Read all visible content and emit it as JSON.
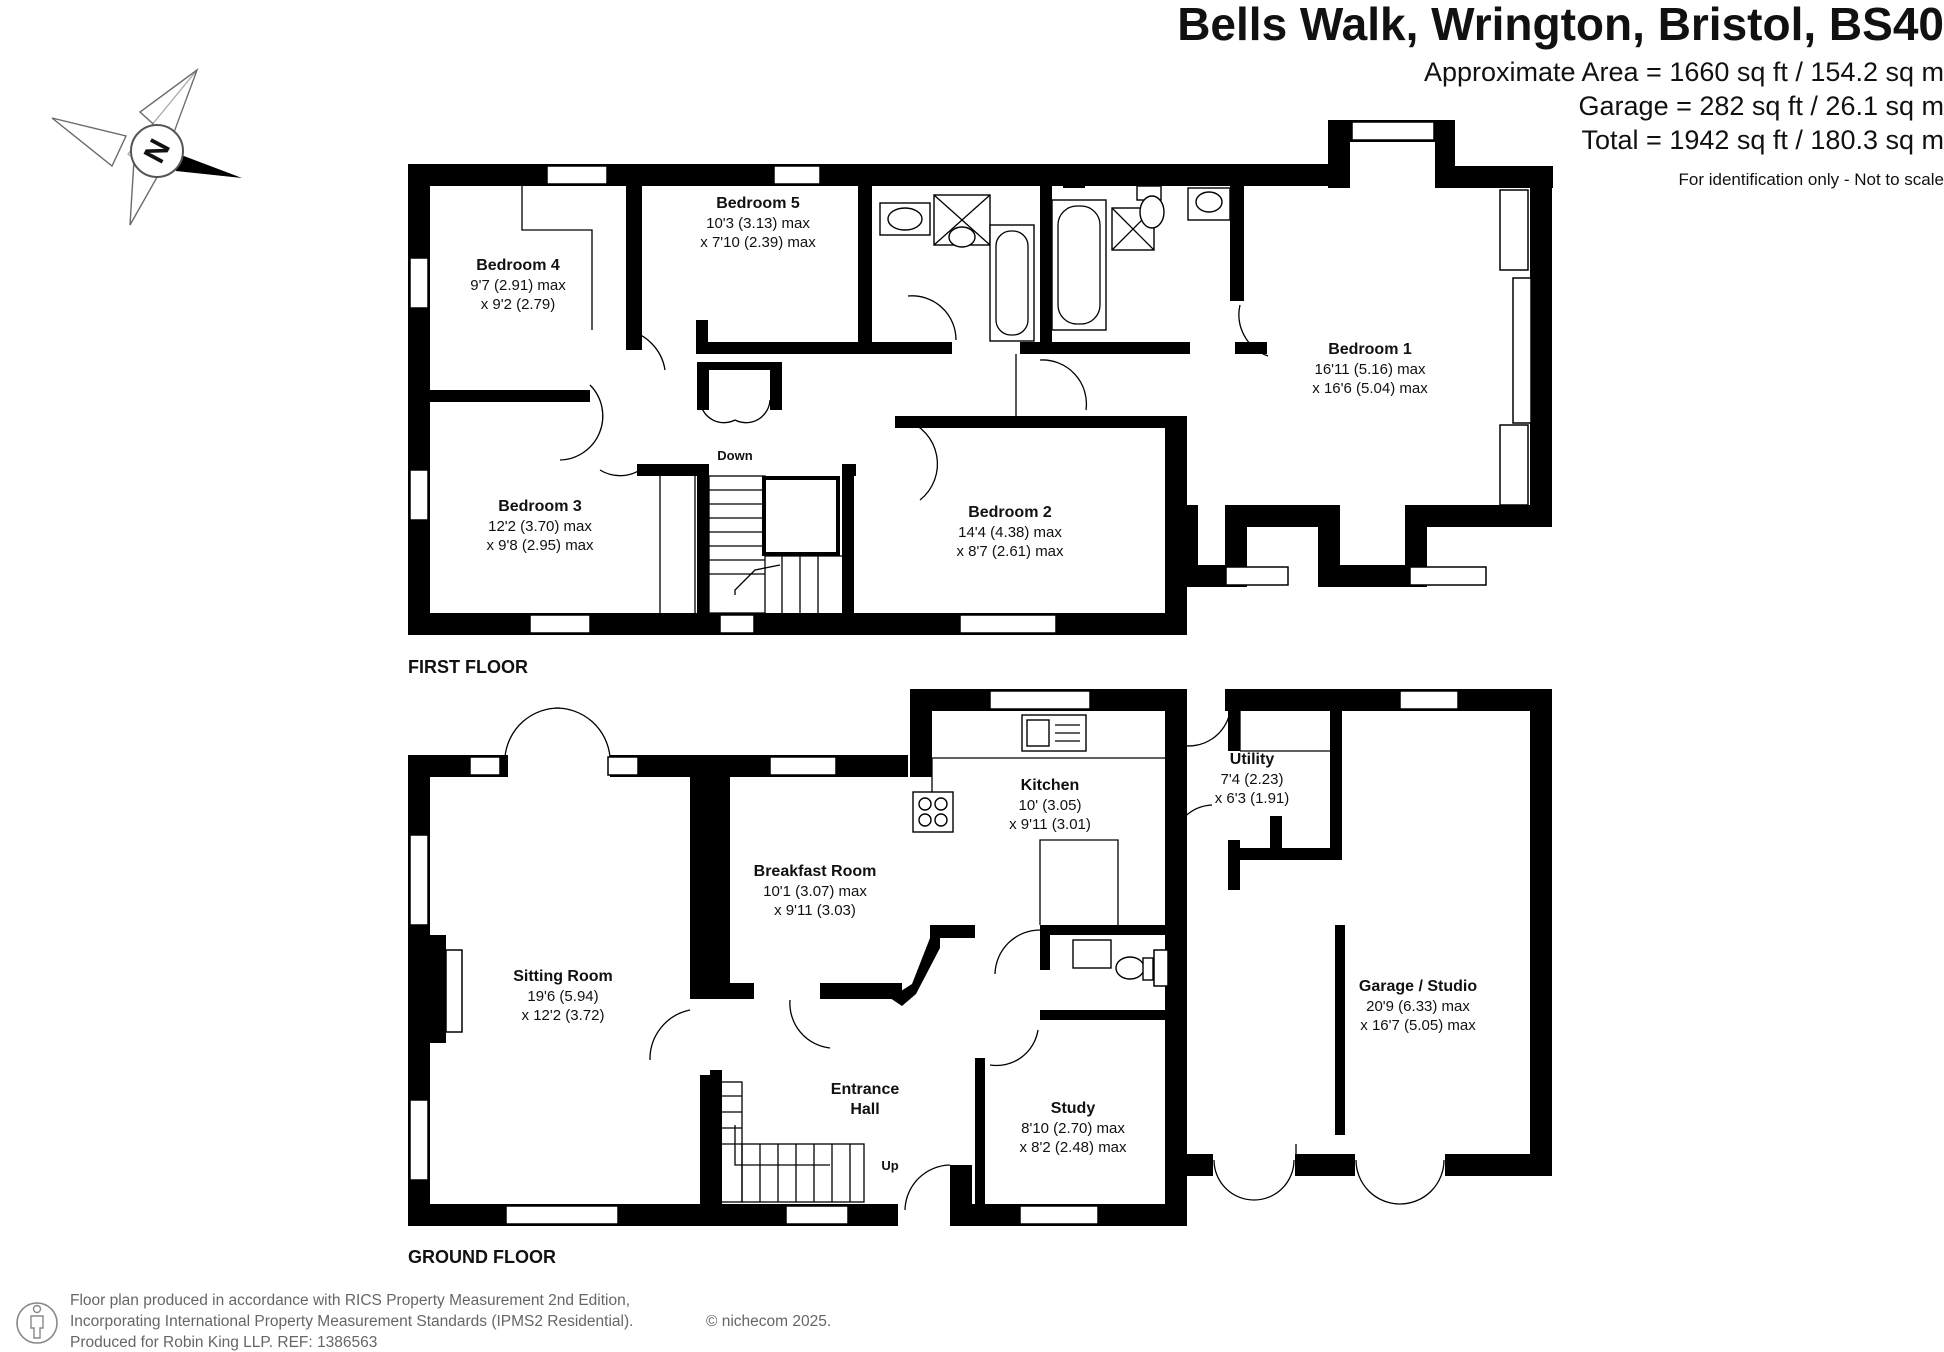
{
  "header": {
    "address": "Bells Walk, Wrington, Bristol, BS40",
    "area_lines": [
      "Approximate Area = 1660 sq ft / 154.2 sq m",
      "Garage = 282 sq ft / 26.1 sq m",
      "Total = 1942 sq ft / 180.3 sq m"
    ],
    "note": "For identification only - Not to scale"
  },
  "compass": {
    "letter": "N",
    "icon": "compass-rose-icon"
  },
  "floors": {
    "first": {
      "label": "FIRST FLOOR",
      "stair_label": "Down",
      "rooms": [
        {
          "key": "bedroom-4",
          "name": "Bedroom 4",
          "dims": [
            "9'7 (2.91) max",
            "x 9'2 (2.79)"
          ]
        },
        {
          "key": "bedroom-5",
          "name": "Bedroom 5",
          "dims": [
            "10'3 (3.13) max",
            "x 7'10 (2.39) max"
          ]
        },
        {
          "key": "bedroom-1",
          "name": "Bedroom 1",
          "dims": [
            "16'11 (5.16) max",
            "x 16'6 (5.04) max"
          ]
        },
        {
          "key": "bedroom-3",
          "name": "Bedroom 3",
          "dims": [
            "12'2 (3.70) max",
            "x 9'8 (2.95) max"
          ]
        },
        {
          "key": "bedroom-2",
          "name": "Bedroom 2",
          "dims": [
            "14'4 (4.38) max",
            "x 8'7 (2.61) max"
          ]
        }
      ]
    },
    "ground": {
      "label": "GROUND FLOOR",
      "stair_label": "Up",
      "rooms": [
        {
          "key": "kitchen",
          "name": "Kitchen",
          "dims": [
            "10' (3.05)",
            "x 9'11 (3.01)"
          ]
        },
        {
          "key": "utility",
          "name": "Utility",
          "dims": [
            "7'4 (2.23)",
            "x 6'3 (1.91)"
          ]
        },
        {
          "key": "breakfast-room",
          "name": "Breakfast Room",
          "dims": [
            "10'1 (3.07) max",
            "x 9'11 (3.03)"
          ]
        },
        {
          "key": "sitting-room",
          "name": "Sitting Room",
          "dims": [
            "19'6 (5.94)",
            "x 12'2 (3.72)"
          ]
        },
        {
          "key": "garage-studio",
          "name": "Garage / Studio",
          "dims": [
            "20'9 (6.33) max",
            "x 16'7 (5.05) max"
          ]
        },
        {
          "key": "entrance-hall",
          "name": [
            "Entrance",
            "Hall"
          ],
          "dims": []
        },
        {
          "key": "study",
          "name": "Study",
          "dims": [
            "8'10 (2.70) max",
            "x 8'2 (2.48) max"
          ]
        }
      ]
    }
  },
  "footer": {
    "lines": [
      "Floor plan produced in accordance with RICS Property Measurement 2nd Edition,",
      "Incorporating International Property Measurement Standards (IPMS2 Residential).",
      "Produced for Robin King LLP.   REF:  1386563"
    ],
    "copyright": "© nichecom 2025.",
    "logo_icon": "person-logo-icon"
  }
}
